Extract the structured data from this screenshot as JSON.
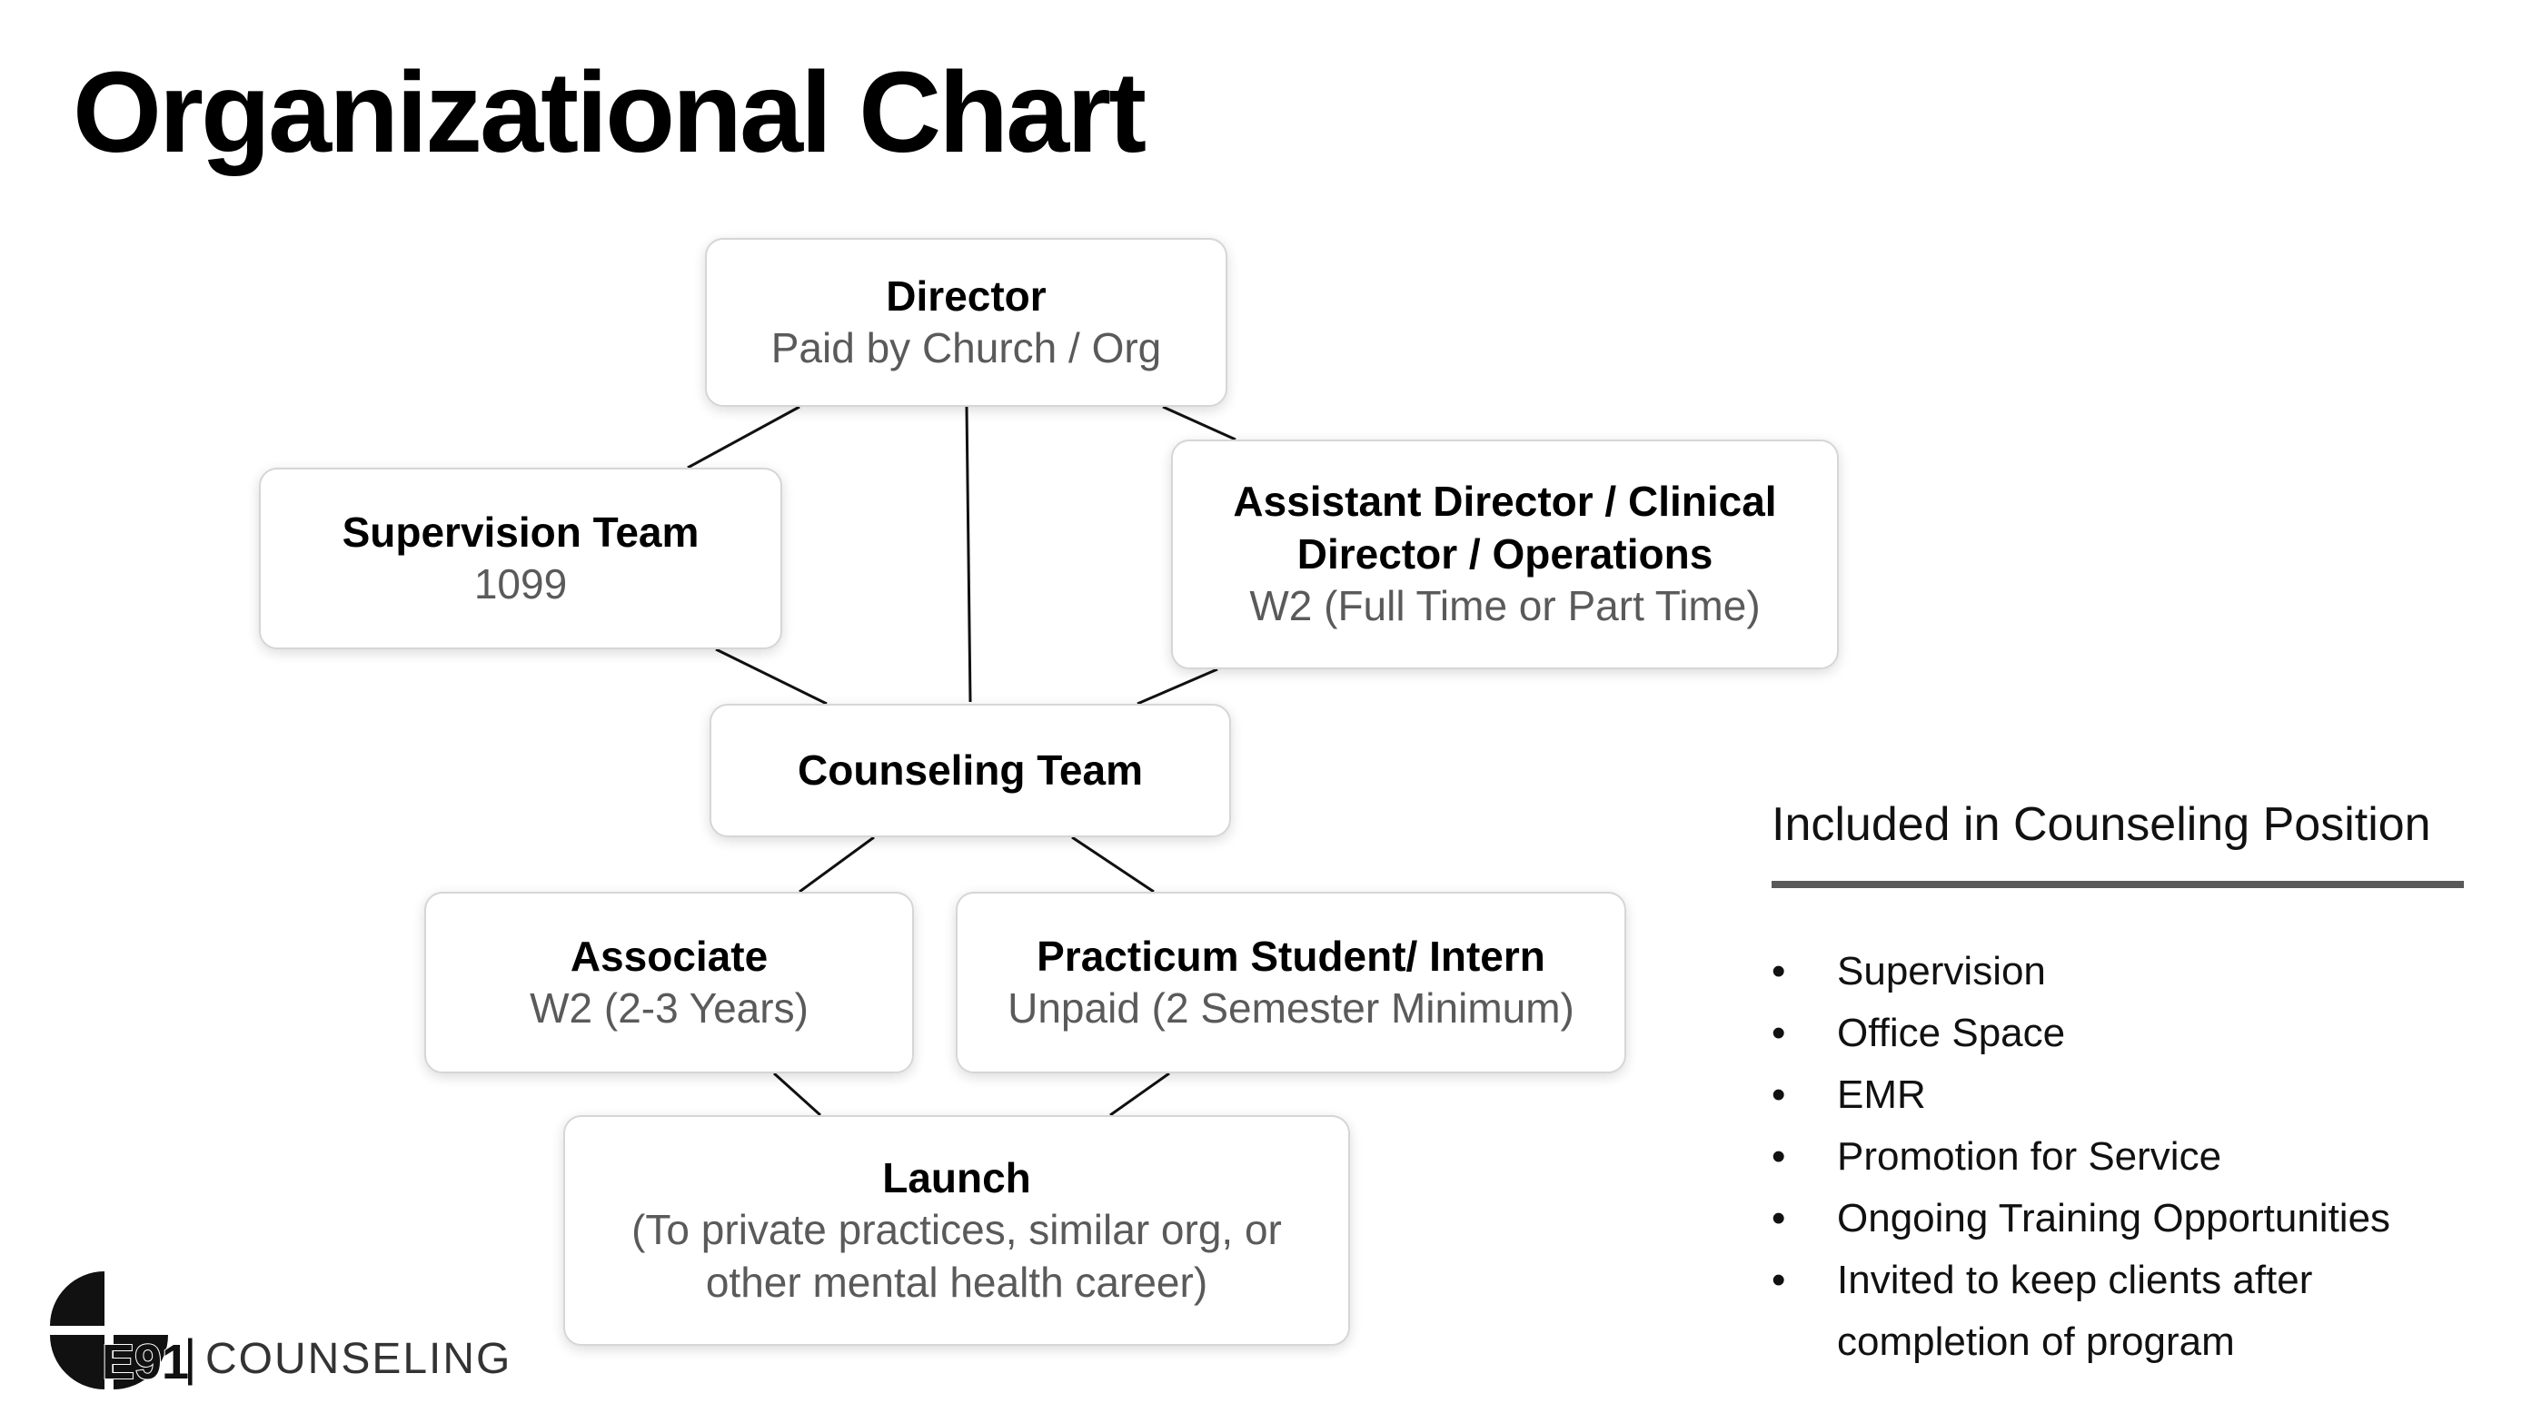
{
  "title": "Organizational Chart",
  "org_chart": {
    "director": {
      "name": "Director",
      "sub": "Paid by Church / Org"
    },
    "supervision_team": {
      "name": "Supervision Team",
      "sub": "1099"
    },
    "assistant_director": {
      "name": "Assistant Director / Clinical Director / Operations",
      "sub": "W2 (Full Time or Part Time)"
    },
    "counseling_team": {
      "name": "Counseling Team"
    },
    "associate": {
      "name": "Associate",
      "sub": "W2 (2-3 Years)"
    },
    "practicum": {
      "name": "Practicum Student/ Intern",
      "sub": "Unpaid (2 Semester Minimum)"
    },
    "launch": {
      "name": "Launch",
      "sub": "(To private practices, similar org, or other mental health career)"
    }
  },
  "included_panel": {
    "title": "Included in Counseling Position",
    "bullet_char": "•",
    "items": [
      "Supervision",
      "Office Space",
      "EMR",
      "Promotion for Service",
      "Ongoing Training Opportunities",
      "Invited to keep clients after completion of program"
    ]
  },
  "logo": {
    "mark": "E91",
    "word": "COUNSELING",
    "separator": "|"
  }
}
